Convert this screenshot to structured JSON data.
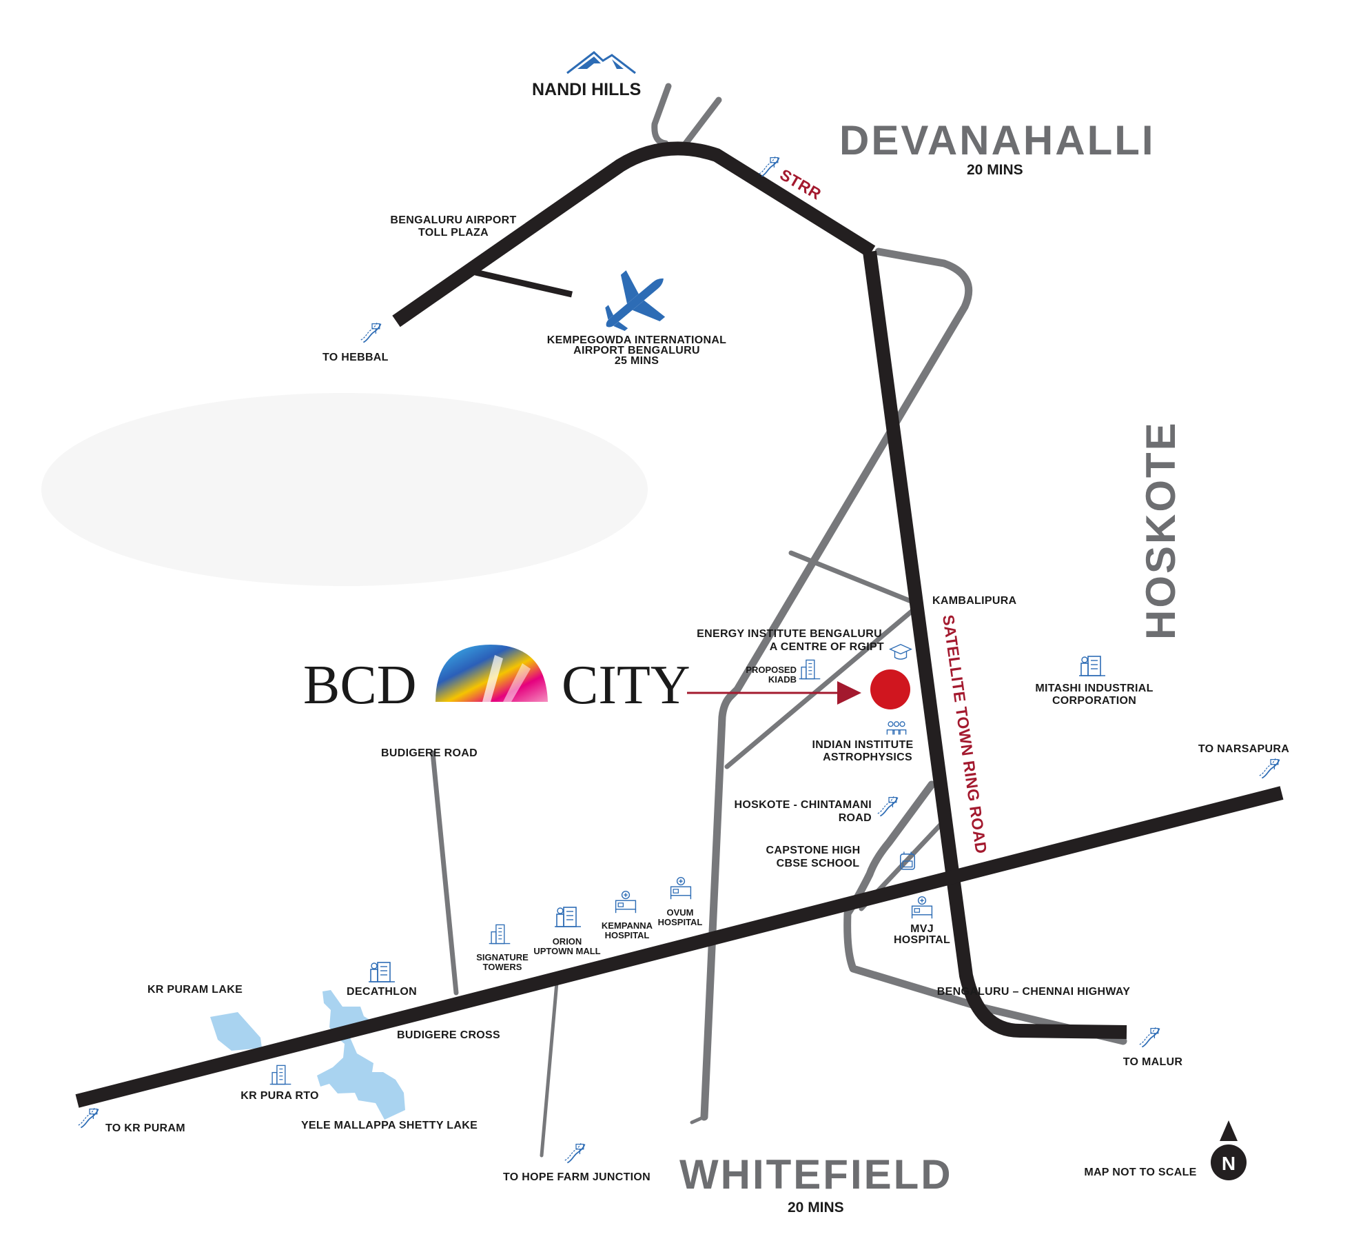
{
  "brand": {
    "left": "BCD",
    "right": "CITY"
  },
  "regions": {
    "devanahalli": {
      "name": "DEVANAHALLI",
      "time": "20 MINS"
    },
    "hoskote": {
      "name": "HOSKOTE"
    },
    "whitefield": {
      "name": "WHITEFIELD",
      "time": "20 MINS"
    }
  },
  "roads": {
    "strr": "STRR",
    "satellite_ring": "SATELLITE TOWN RING ROAD"
  },
  "places": {
    "nandi_hills": "NANDI HILLS",
    "toll_plaza_1": "BENGALURU AIRPORT",
    "toll_plaza_2": "TOLL PLAZA",
    "to_hebbal": "TO HEBBAL",
    "airport_1": "KEMPEGOWDA INTERNATIONAL",
    "airport_2": "AIRPORT BENGALURU",
    "airport_3": "25 MINS",
    "kambalipura": "KAMBALIPURA",
    "energy_1": "ENERGY INSTITUTE BENGALURU",
    "energy_2": "A CENTRE OF RGIPT",
    "kiadb_1": "PROPOSED",
    "kiadb_2": "KIADB",
    "mitashi_1": "MITASHI INDUSTRIAL",
    "mitashi_2": "CORPORATION",
    "astro_1": "INDIAN INSTITUTE",
    "astro_2": "ASTROPHYSICS",
    "budigere_road": "BUDIGERE ROAD",
    "to_narsapura": "TO NARSAPURA",
    "hoskote_chintamani_1": "HOSKOTE - CHINTAMANI",
    "hoskote_chintamani_2": "ROAD",
    "capstone_1": "CAPSTONE HIGH",
    "capstone_2": "CBSE SCHOOL",
    "mvj_1": "MVJ",
    "mvj_2": "HOSPITAL",
    "ovum_1": "OVUM",
    "ovum_2": "HOSPITAL",
    "kempanna_1": "KEMPANNA",
    "kempanna_2": "HOSPITAL",
    "orion_1": "ORION",
    "orion_2": "UPTOWN MALL",
    "signature_1": "SIGNATURE",
    "signature_2": "TOWERS",
    "decathlon": "DECATHLON",
    "kr_puram_lake": "KR PURAM LAKE",
    "budigere_cross": "BUDIGERE CROSS",
    "kr_pura_rto": "KR PURA RTO",
    "yele_lake": "YELE MALLAPPA SHETTY LAKE",
    "to_kr_puram": "TO KR PURAM",
    "to_hope_farm": "TO HOPE FARM JUNCTION",
    "bengaluru_chennai": "BENGALURU – CHENNAI HIGHWAY",
    "to_malur": "TO MALUR",
    "not_to_scale": "MAP NOT TO SCALE",
    "north": "N"
  },
  "colors": {
    "major_road": "#231f20",
    "minor_road": "#77787b",
    "accent_red": "#a3192e",
    "marker_red": "#d0161f",
    "lake": "#a9d3f0",
    "icon_blue": "#2d6cb5"
  },
  "icons": {
    "mountain": "mountain-icon",
    "airplane": "airplane-icon",
    "road_sign": "road-sign-icon",
    "building": "building-icon",
    "hospital": "hospital-icon",
    "school": "school-icon",
    "mall": "mall-icon",
    "education": "graduation-cap-icon",
    "north_arrow": "north-arrow-icon",
    "location_marker": "location-marker-icon"
  }
}
